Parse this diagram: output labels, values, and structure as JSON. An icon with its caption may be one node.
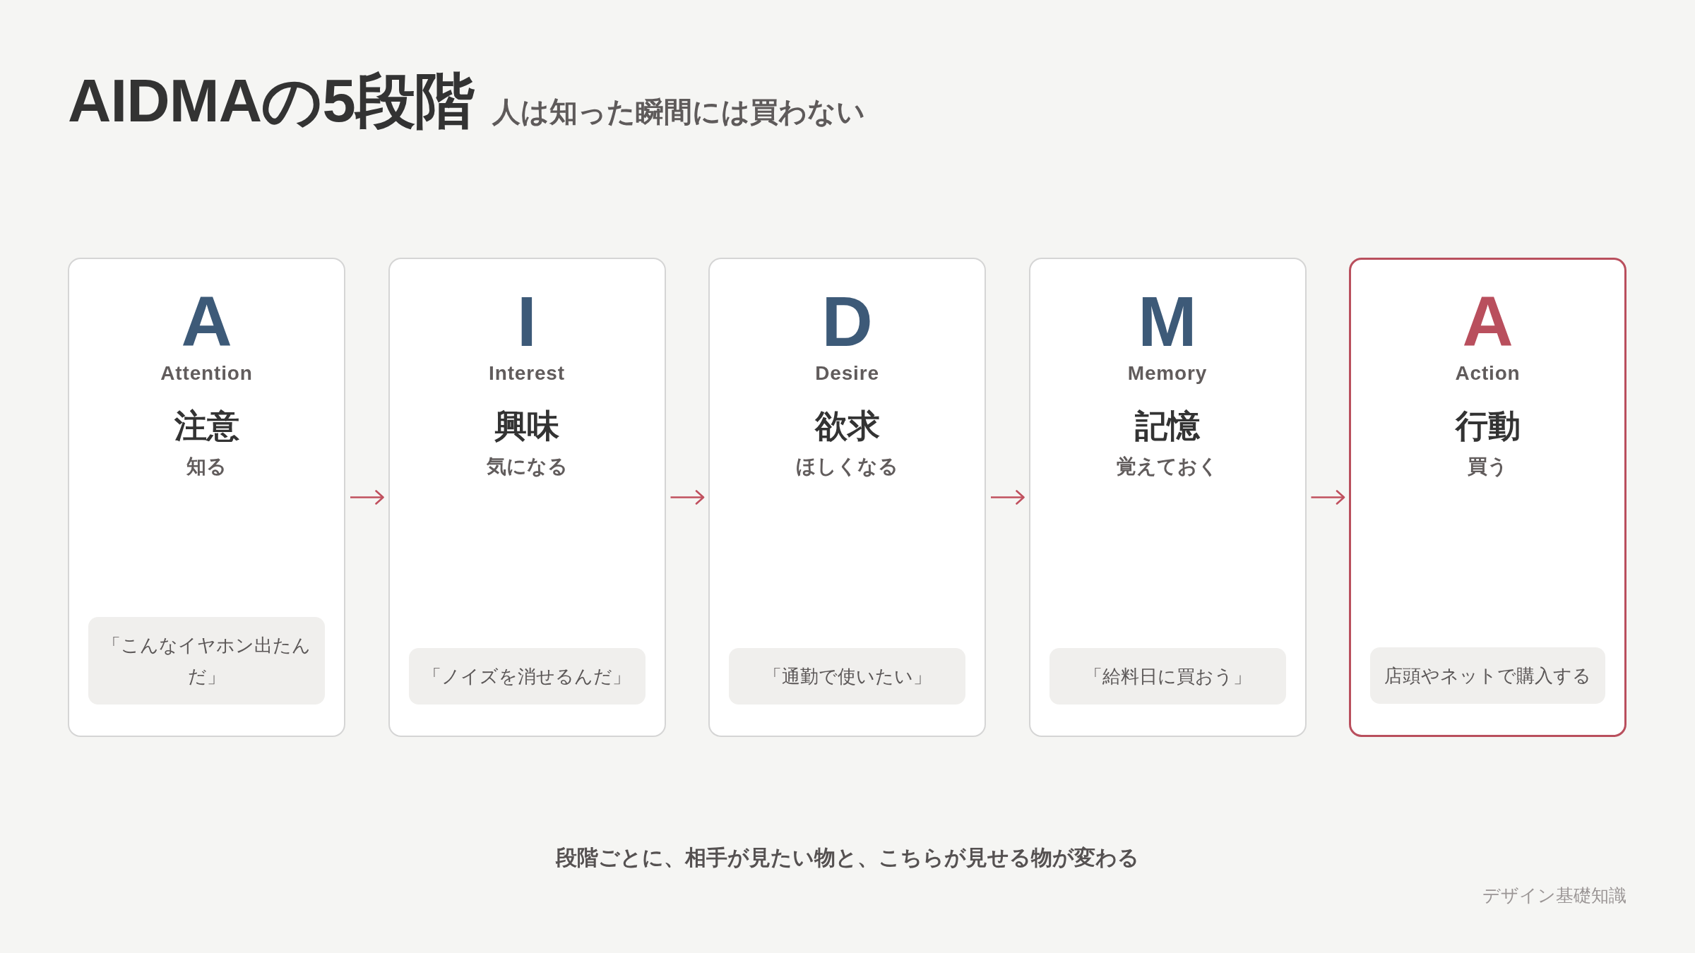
{
  "diagram": {
    "title": "AIDMAの5段階",
    "caption": "段階ごとに、相手が見たい物と、こちらが見せる物が変わる",
    "nodes": [
      {
        "text": [
          "A",
          "Attention",
          "注意",
          "知る"
        ]
      },
      {
        "text": [
          "「こんなイヤホン出たんだ」"
        ],
        "in": 0
      },
      {
        "text": [
          "I",
          "Interest",
          "興味",
          "気になる"
        ]
      },
      {
        "text": [
          "「ノイズを消せるんだ」"
        ],
        "in": 2
      },
      {
        "text": [
          "D",
          "Desire",
          "欲求",
          "ほしくなる"
        ]
      },
      {
        "text": [
          "「通勤で使いたい」"
        ],
        "in": 4
      },
      {
        "text": [
          "M",
          "Memory",
          "記憶",
          "覚えておく"
        ]
      },
      {
        "text": [
          "「給料日に買おう」"
        ],
        "in": 6
      },
      {
        "text": [
          "A",
          "Action",
          "行動",
          "買う"
        ]
      },
      {
        "text": [
          "店頭やネットで購入する"
        ],
        "in": 8
      }
    ],
    "edges": [
      {
        "from": 0,
        "to": 2,
        "arrow": "to"
      },
      {
        "from": 2,
        "to": 4,
        "arrow": "to"
      },
      {
        "from": 4,
        "to": 6,
        "arrow": "to"
      },
      {
        "from": 6,
        "to": 8,
        "arrow": "to"
      }
    ],
    "labels": [
      "人は知った瞬間には買わない",
      "デザイン基礎知識"
    ]
  }
}
